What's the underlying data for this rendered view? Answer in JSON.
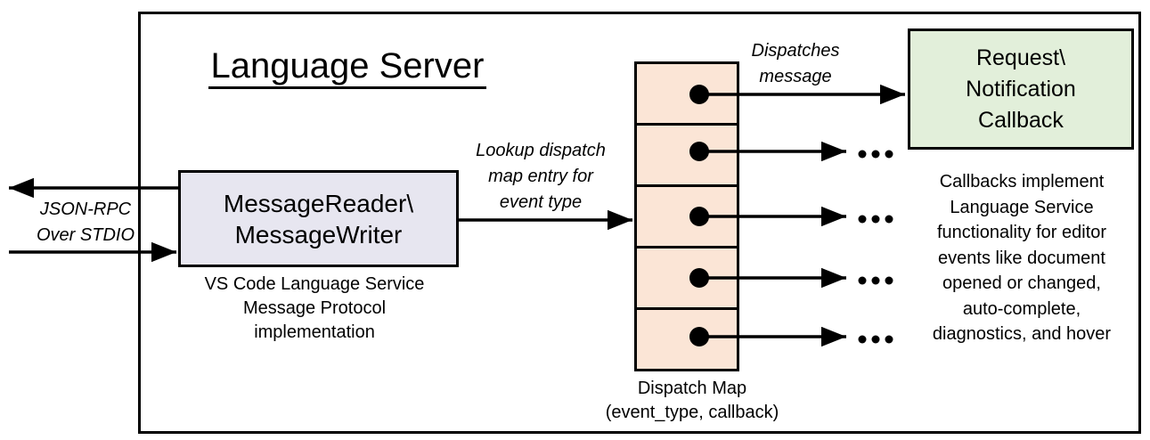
{
  "diagram": {
    "title": "Language Server",
    "reader_box": {
      "label": "MessageReader\\\nMessageWriter",
      "caption": "VS Code Language Service\nMessage Protocol implementation"
    },
    "io_label": "JSON-RPC\nOver STDIO",
    "lookup_label": "Lookup dispatch\nmap entry for\nevent type",
    "dispatch_label": "Dispatches\nmessage",
    "dispatch_map": {
      "caption": "Dispatch Map\n(event_type, callback)",
      "cell_count": 5
    },
    "callback_box": {
      "label": "Request\\\nNotification\nCallback"
    },
    "callback_note": "Callbacks implement\nLanguage Service\nfunctionality for editor\nevents like document\nopened or changed,\nauto-complete,\ndiagnostics, and hover"
  },
  "colors": {
    "reader_fill": "#e7e6f0",
    "map_fill": "#fbe5d6",
    "callback_fill": "#e2efda",
    "line": "#000000",
    "background": "#ffffff"
  }
}
